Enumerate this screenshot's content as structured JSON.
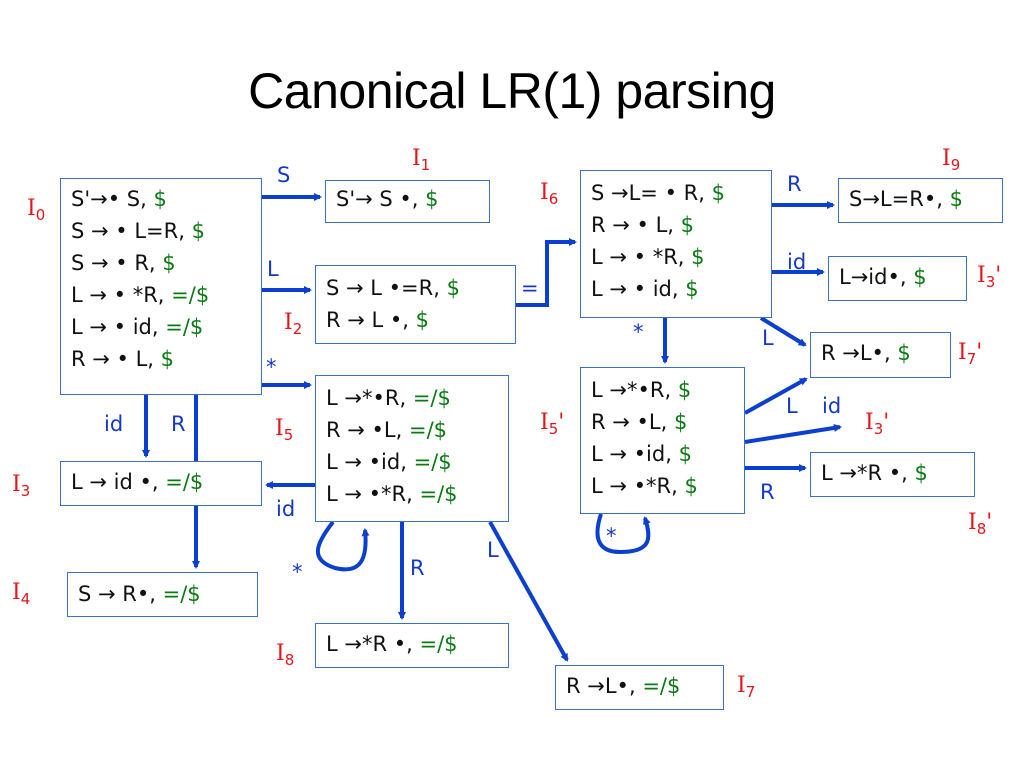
{
  "title": "Canonical LR(1) parsing",
  "colors": {
    "edge": "#0b3fd0",
    "state_label": "#e8141a",
    "lookahead": "#0a7a12",
    "box_border": "#3a6fd0"
  },
  "states": {
    "I0": {
      "label": "I",
      "sub": "0",
      "items": [
        {
          "core": "S'→• S, ",
          "la": "$"
        },
        {
          "core": "S → • L=R, ",
          "la": "$"
        },
        {
          "core": "S → • R, ",
          "la": "$"
        },
        {
          "core": "L → • *R, ",
          "la": "=/$"
        },
        {
          "core": "L → • id, ",
          "la": "=/$"
        },
        {
          "core": "R → • L, ",
          "la": "$"
        }
      ]
    },
    "I1": {
      "label": "I",
      "sub": "1",
      "items": [
        {
          "core": "S'→ S •, ",
          "la": "$"
        }
      ]
    },
    "I2": {
      "label": "I",
      "sub": "2",
      "items": [
        {
          "core": "S →  L •=R, ",
          "la": "$"
        },
        {
          "core": "R →  L •, ",
          "la": "$"
        }
      ]
    },
    "I3": {
      "label": "I",
      "sub": "3",
      "items": [
        {
          "core": "L →  id •, ",
          "la": "=/$"
        }
      ]
    },
    "I4": {
      "label": "I",
      "sub": "4",
      "items": [
        {
          "core": "S →  R•, ",
          "la": "=/$"
        }
      ]
    },
    "I5": {
      "label": "I",
      "sub": "5",
      "items": [
        {
          "core": "L →*•R, ",
          "la": "=/$"
        },
        {
          "core": "R → •L, ",
          "la": "=/$"
        },
        {
          "core": "L → •id, ",
          "la": "=/$"
        },
        {
          "core": "L → •*R, ",
          "la": "=/$"
        }
      ]
    },
    "I6": {
      "label": "I",
      "sub": "6",
      "items": [
        {
          "core": "S →L= • R, ",
          "la": "$"
        },
        {
          "core": "R → • L, ",
          "la": "$"
        },
        {
          "core": "L → • *R, ",
          "la": "$"
        },
        {
          "core": "L → • id, ",
          "la": "$"
        }
      ]
    },
    "I7": {
      "label": "I",
      "sub": "7",
      "items": [
        {
          "core": "R →L•, ",
          "la": "=/$"
        }
      ]
    },
    "I8": {
      "label": "I",
      "sub": "8",
      "items": [
        {
          "core": "L →*R •, ",
          "la": "=/$"
        }
      ]
    },
    "I9": {
      "label": "I",
      "sub": "9",
      "items": [
        {
          "core": "S→L=R•, ",
          "la": "$"
        }
      ]
    },
    "I3p": {
      "label": "I",
      "sub": "3",
      "prime": "'",
      "items": [
        {
          "core": "L→id•, ",
          "la": "$"
        }
      ]
    },
    "I5p": {
      "label": "I",
      "sub": "5",
      "prime": "'",
      "items": [
        {
          "core": "L →*•R, ",
          "la": "$"
        },
        {
          "core": "R → •L, ",
          "la": "$"
        },
        {
          "core": "L → •id, ",
          "la": "$"
        },
        {
          "core": "L → •*R, ",
          "la": "$"
        }
      ]
    },
    "I7p": {
      "label": "I",
      "sub": "7",
      "prime": "'",
      "items": [
        {
          "core": "R →L•, ",
          "la": "$"
        }
      ]
    },
    "I8p": {
      "label": "I",
      "sub": "8",
      "prime": "'",
      "items": [
        {
          "core": "L →*R •, ",
          "la": "$"
        }
      ]
    },
    "I3p_ref": {
      "label": "I",
      "sub": "3",
      "prime": "'"
    }
  },
  "edges": {
    "I0_I1": "S",
    "I0_I2": "L",
    "I0_I5": "*",
    "I0_I3": "id",
    "I0_I4": "R",
    "I2_I6": "=",
    "I5_I3": "id",
    "I5_self": "*",
    "I5_I8": "R",
    "I5_I7": "L",
    "I6_I9": "R",
    "I6_I3p": "id",
    "I6_I7p": "L",
    "I6_I5p": "*",
    "I5p_I7p": "L",
    "I5p_I3p": "id",
    "I5p_I8p": "R",
    "I5p_self": "*"
  }
}
